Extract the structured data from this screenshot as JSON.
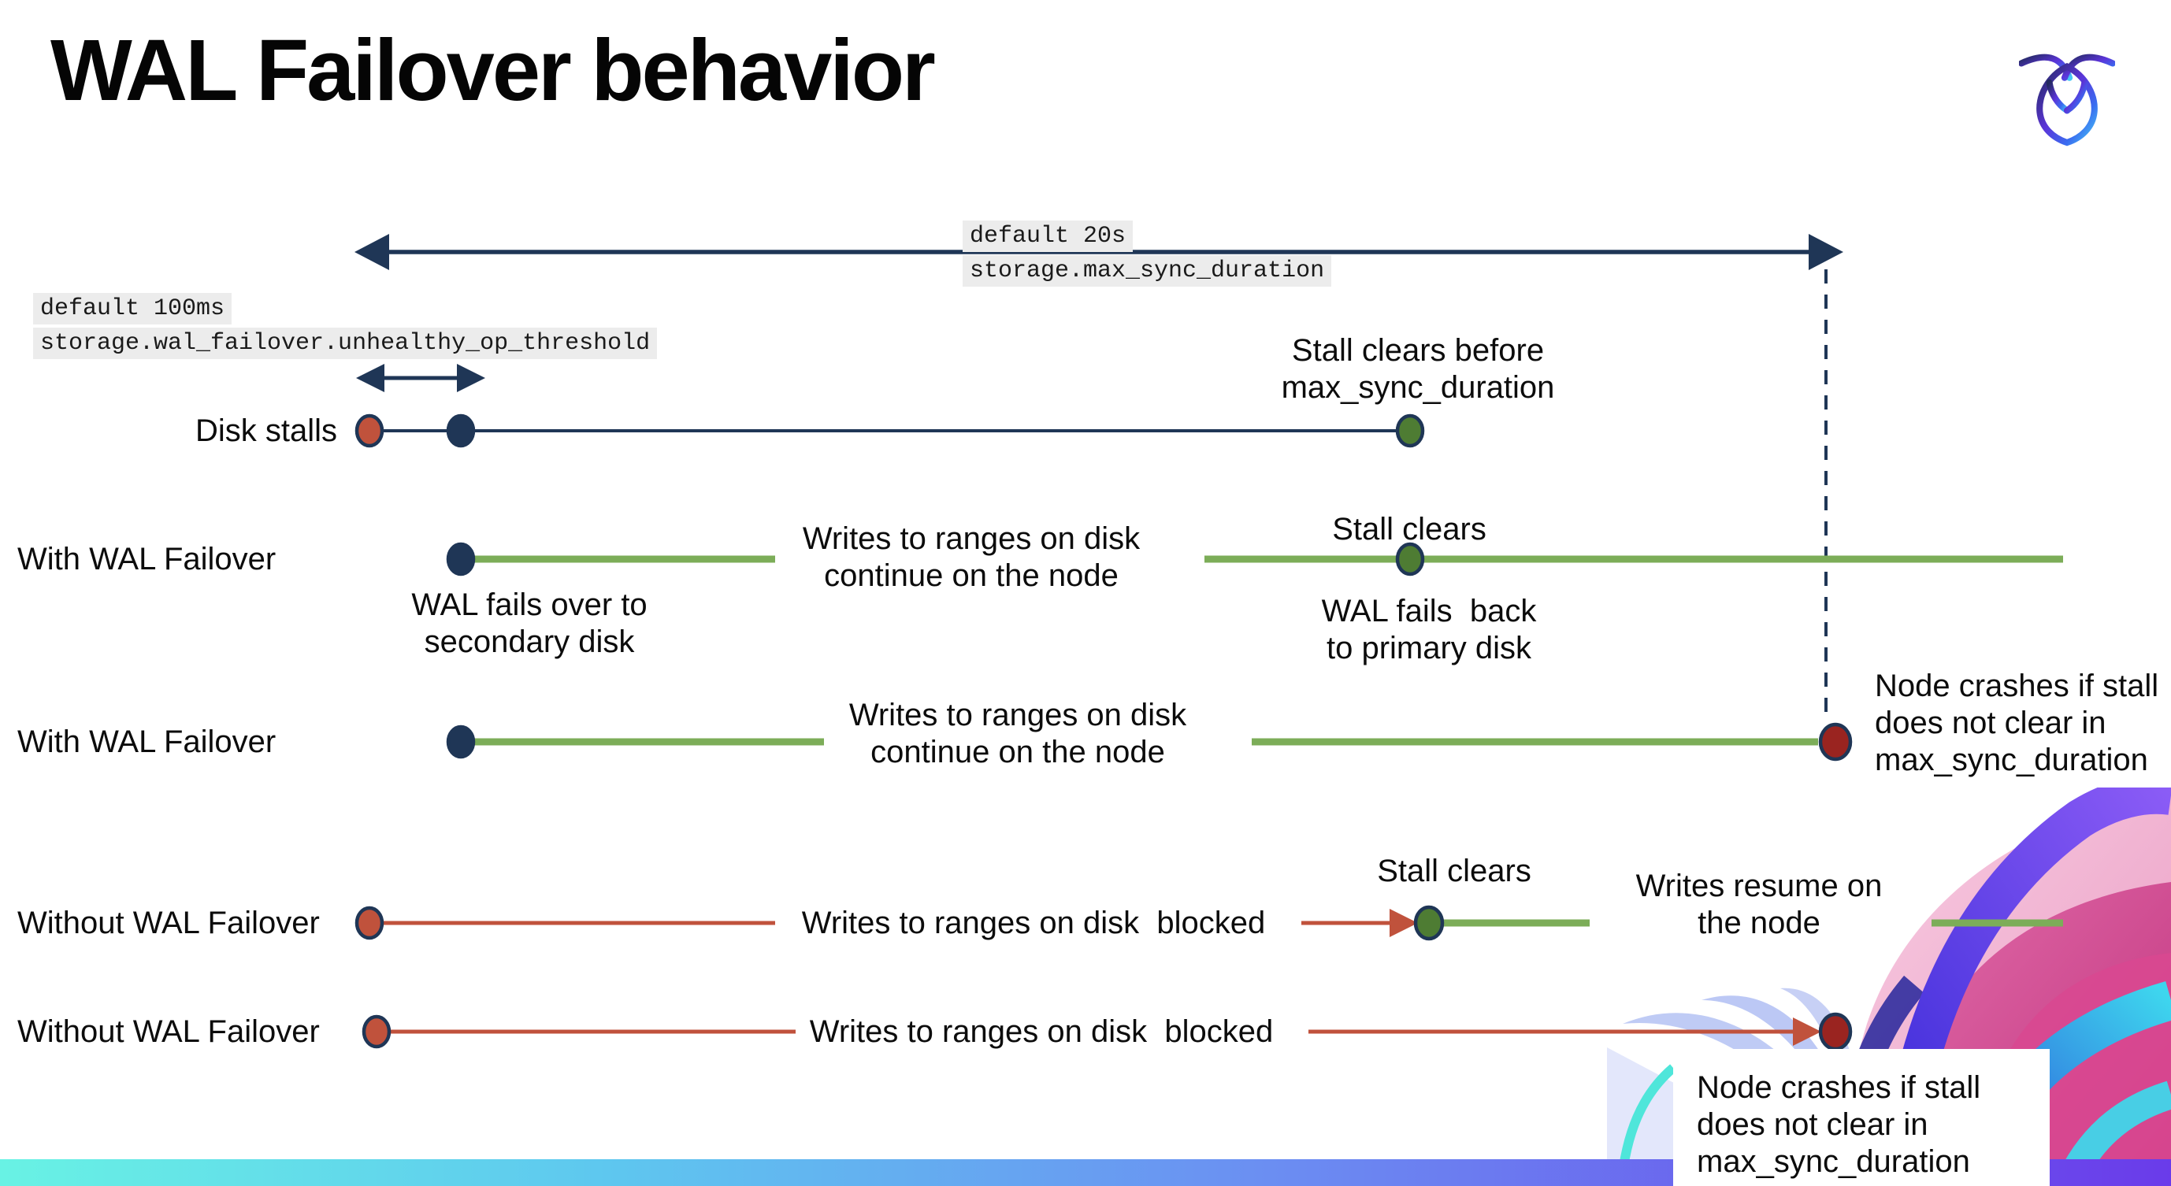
{
  "title": "WAL Failover behavior",
  "logo_name": "cockroachdb-logo",
  "settings": {
    "max_sync": {
      "default_label": "default 20s",
      "setting_name": "storage.max_sync_duration"
    },
    "unhealthy_op": {
      "default_label": "default 100ms",
      "setting_name": "storage.wal_failover.unhealthy_op_threshold"
    }
  },
  "rows": {
    "disk_stalls": {
      "label": "Disk stalls",
      "stall_clears_note": "Stall clears before\nmax_sync_duration"
    },
    "with_wal_1": {
      "label": "With WAL Failover",
      "start_note": "WAL fails over to\nsecondary disk",
      "mid_note": "Writes to ranges on disk\ncontinue on the node",
      "dot_note_above": "Stall clears",
      "dot_note_below": "WAL fails  back\nto primary disk"
    },
    "with_wal_2": {
      "label": "With WAL Failover",
      "mid_note": "Writes to ranges on disk\ncontinue on the node",
      "end_note": "Node crashes if stall\ndoes not clear in\nmax_sync_duration"
    },
    "without_wal_1": {
      "label": "Without WAL Failover",
      "mid_note": "Writes to ranges on disk  blocked",
      "dot_note_above": "Stall clears",
      "resume_note": "Writes resume on\nthe node"
    },
    "without_wal_2": {
      "label": "Without WAL Failover",
      "mid_note": "Writes to ranges on disk  blocked",
      "crash_note": "Node crashes if stall\ndoes not clear in\nmax_sync_duration"
    }
  },
  "colors": {
    "navy": "#1f3656",
    "timeline_green": "#7cad58",
    "green_dot": "#4e7c33",
    "stall_red": "#c0523c",
    "crash_red": "#9a2420",
    "code_bg": "#ececec",
    "bar_gradient": [
      "#68f2e4",
      "#5ec7ef",
      "#6b8ff2",
      "#6a3bea"
    ]
  }
}
